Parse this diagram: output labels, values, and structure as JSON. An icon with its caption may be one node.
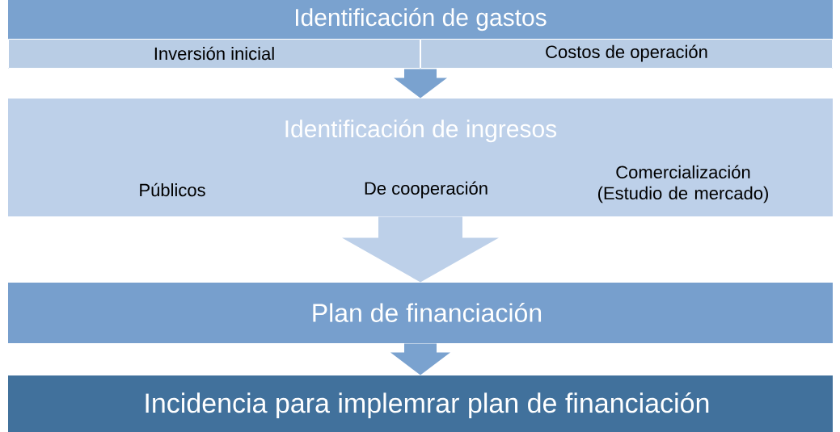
{
  "diagram": {
    "nodes": [
      {
        "text": [
          "Identificación de gastos"
        ]
      },
      {
        "text": [
          "Inversión inicial"
        ],
        "in": 0
      },
      {
        "text": [
          "Costos de operación"
        ],
        "in": 0
      },
      {
        "text": [
          "Identificación de ingresos",
          "Públicos",
          "De cooperación",
          "Comercialización (Estudio de mercado)"
        ]
      },
      {
        "text": [
          "Plan de financiación"
        ]
      },
      {
        "text": [
          "Incidencia para implemrar plan de financiación"
        ]
      }
    ],
    "edges": [
      {
        "from": 0,
        "to": 3,
        "arrow": "to"
      },
      {
        "from": 3,
        "to": 4,
        "arrow": "to",
        "color": "#bdd0e9"
      },
      {
        "from": 4,
        "to": 5,
        "arrow": "to"
      }
    ]
  }
}
